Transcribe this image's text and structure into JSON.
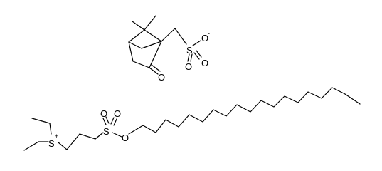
{
  "structure": {
    "anion": {
      "atoms": {
        "O_ketone": "O",
        "S": "S",
        "O_minus": "O",
        "minus": "-",
        "O_s1": "O",
        "O_s2": "O"
      }
    },
    "cation": {
      "atoms": {
        "S_plus": "S",
        "plus": "+",
        "S_sulfonyl": "S",
        "O_top1": "O",
        "O_top2": "O",
        "O_ester": "O"
      }
    },
    "bond_color": "#000000",
    "background": "#ffffff"
  }
}
